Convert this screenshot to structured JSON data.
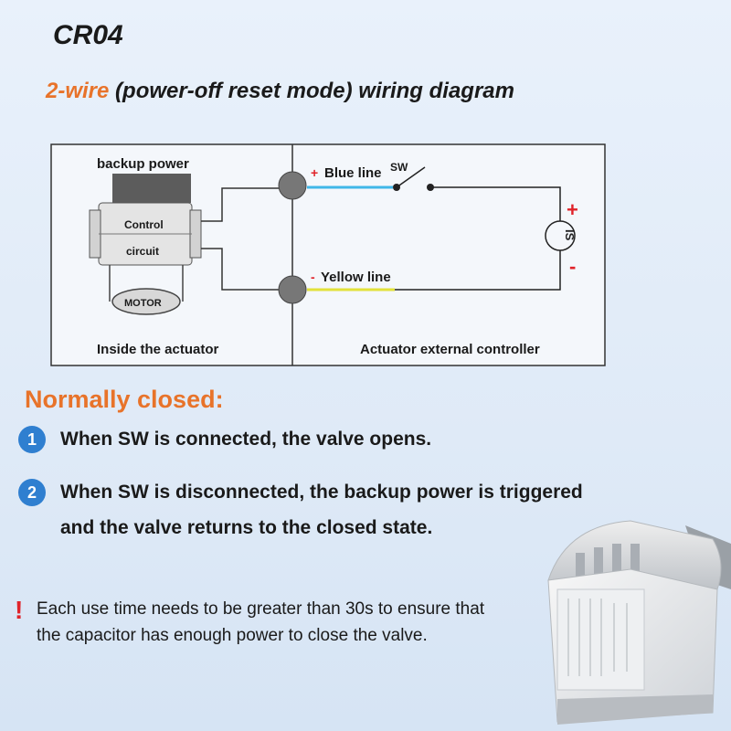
{
  "header": {
    "model": "CR04",
    "heading_accent": "2-wire",
    "heading_rest": "(power-off reset mode) wiring diagram"
  },
  "diagram": {
    "backup_power": "backup power",
    "control_label": "Control",
    "circuit_label": "circuit",
    "motor_label": "MOTOR",
    "inside_label": "Inside the actuator",
    "external_label": "Actuator external controller",
    "blue_sign": "+",
    "blue_line": "Blue line",
    "yellow_sign": "-",
    "yellow_line": "Yellow line",
    "switch_label": "SW",
    "source_label": "IS",
    "plus": "+",
    "minus": "-",
    "colors": {
      "blue_wire": "#3fb7e8",
      "yellow_wire": "#e2e23a",
      "sign_red": "#e0232a"
    }
  },
  "instructions": {
    "title": "Normally closed:",
    "steps": [
      {
        "num": "1",
        "text": "When SW is connected, the valve opens."
      },
      {
        "num": "2",
        "text": "When SW is disconnected, the backup power is triggered and the valve returns to the closed state."
      }
    ]
  },
  "note": {
    "mark": "!",
    "text": "Each use time needs to be greater than 30s to ensure that the capacitor has enough power to close the valve."
  },
  "accent_color": "#e8732a",
  "badge_color": "#2f7fd0"
}
